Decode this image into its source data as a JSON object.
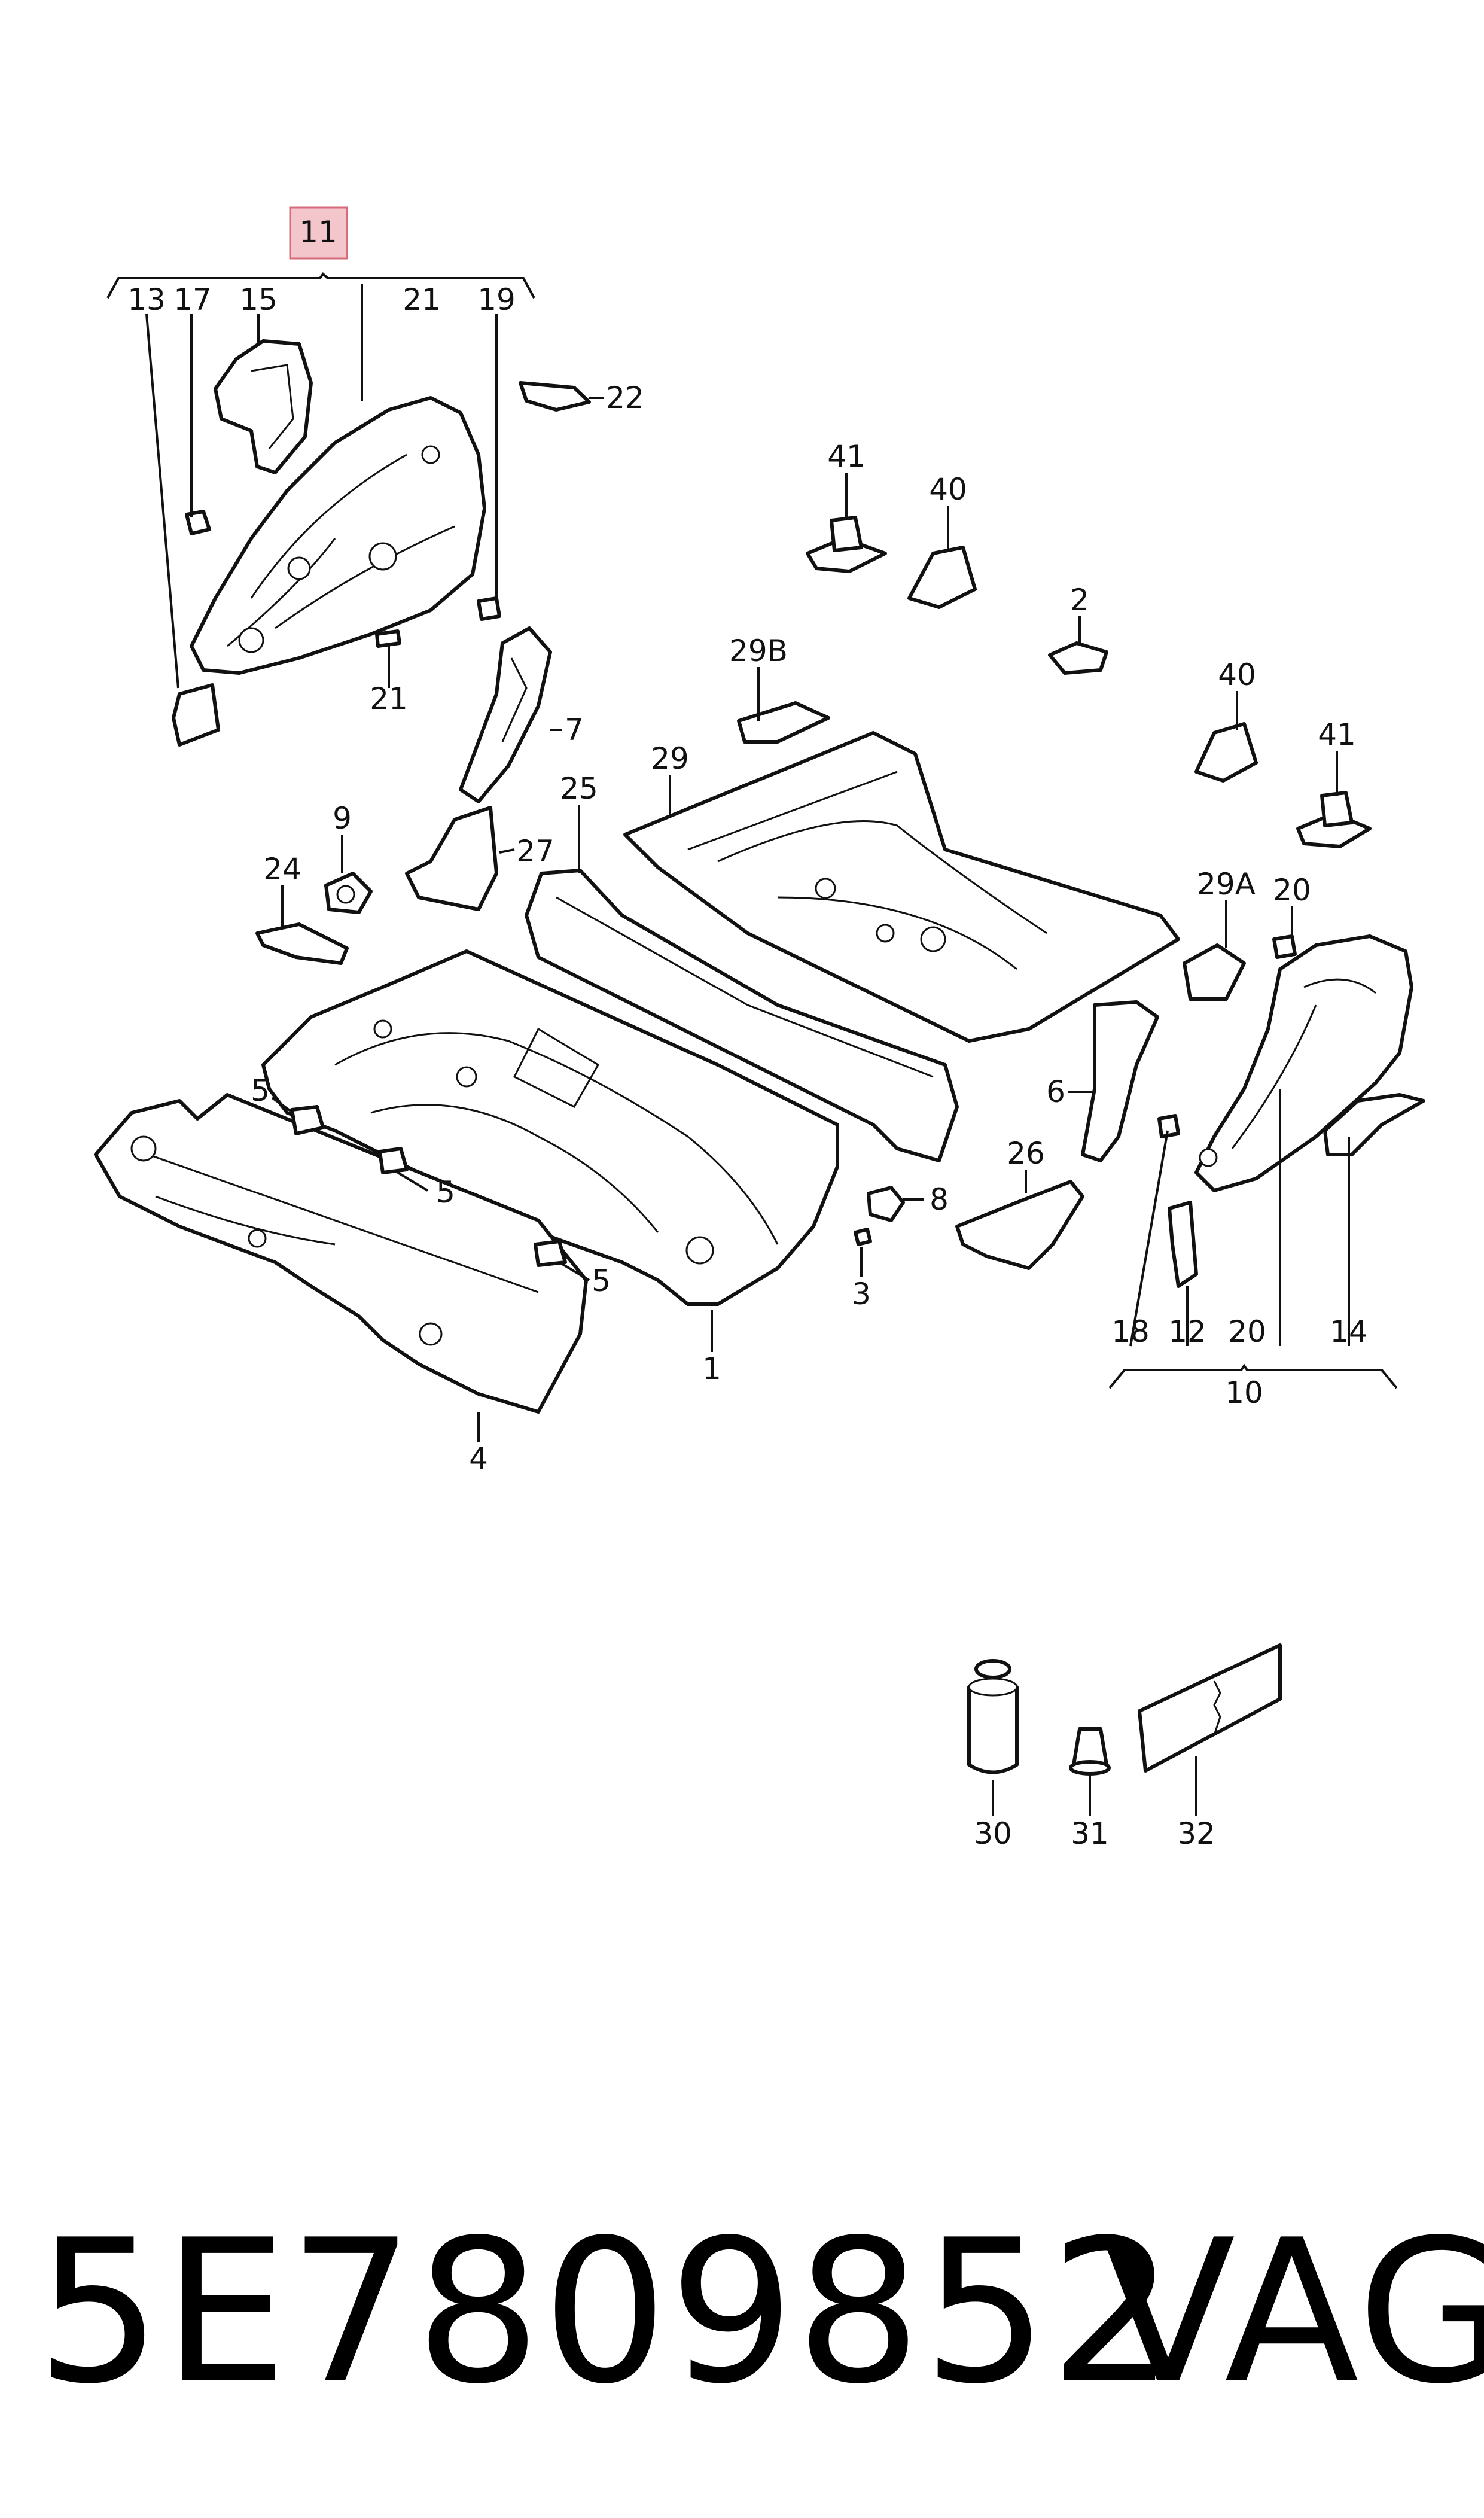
{
  "callouts": {
    "c1": "1",
    "c2": "2",
    "c3": "3",
    "c4": "4",
    "c5a": "5",
    "c5b": "5",
    "c5c": "5",
    "c6": "6",
    "c7": "7",
    "c8": "8",
    "c9": "9",
    "c10": "10",
    "c11": "11",
    "c12": "12",
    "c13": "13",
    "c14": "14",
    "c15": "15",
    "c17": "17",
    "c18": "18",
    "c19": "19",
    "c20a": "20",
    "c20b": "20",
    "c21a": "21",
    "c21b": "21",
    "c22": "22",
    "c24": "24",
    "c25": "25",
    "c26": "26",
    "c27": "27",
    "c29": "29",
    "c29a": "29A",
    "c29b": "29B",
    "c30": "30",
    "c31": "31",
    "c32": "32",
    "c40a": "40",
    "c40b": "40",
    "c41a": "41",
    "c41b": "41"
  },
  "highlight_color": "#f3c6cc",
  "footer": {
    "part_number": "5E7809852",
    "brand": "VAG"
  }
}
